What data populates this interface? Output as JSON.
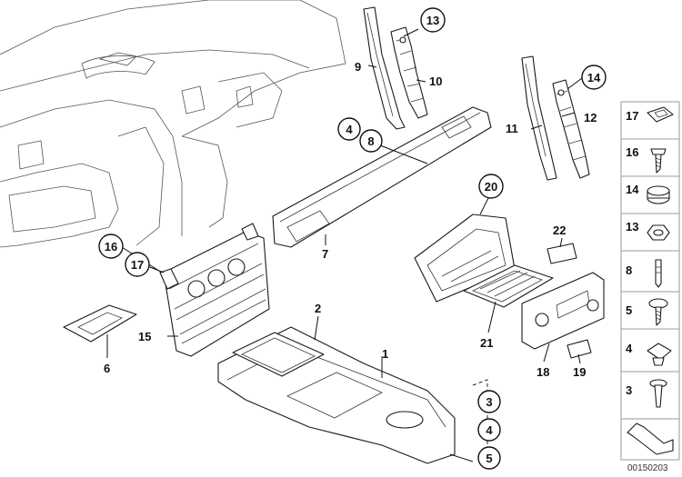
{
  "diagram": {
    "callouts": {
      "c1": "1",
      "c2": "2",
      "c3": "3",
      "c4": "4",
      "c5": "5",
      "c6": "6",
      "c7": "7",
      "c4b": "4",
      "c8": "8",
      "c9": "9",
      "c10": "10",
      "c11": "11",
      "c12": "12",
      "c13": "13",
      "c14": "14",
      "c15": "15",
      "c16": "16",
      "c17": "17",
      "c18": "18",
      "c19": "19",
      "c20": "20",
      "c21": "21",
      "c22": "22"
    },
    "stack_callouts": [
      "3",
      "4",
      "5"
    ],
    "side_panel": [
      "17",
      "16",
      "14",
      "13",
      "8",
      "5",
      "4",
      "3"
    ],
    "footer_code": "00150203"
  }
}
